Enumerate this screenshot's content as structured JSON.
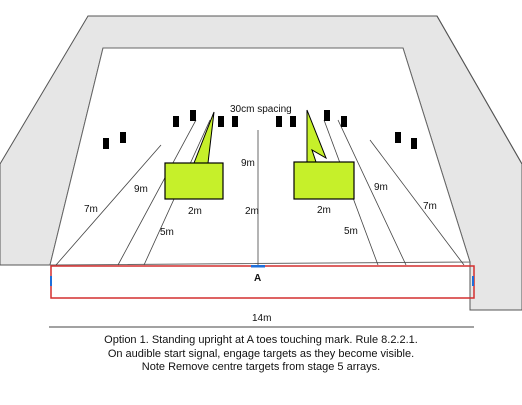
{
  "labels": {
    "spacing": "30cm spacing",
    "dist_9m_left": "9m",
    "dist_9m_center": "9m",
    "dist_9m_right": "9m",
    "dist_7m_left": "7m",
    "dist_7m_right": "7m",
    "dist_5m_left": "5m",
    "dist_5m_right": "5m",
    "dist_2m_left": "2m",
    "dist_2m_center": "2m",
    "dist_2m_right": "2m",
    "start_position": "A",
    "width_14m": "14m"
  },
  "notes": {
    "line1": "Option 1. Standing upright at A  toes touching mark. Rule 8.2.2.1.",
    "line2": "On audible start signal, engage targets as they become  visible.",
    "line3": "Note Remove centre targets from stage 5 arrays."
  },
  "colors": {
    "wall_fill": "#e6e6e6",
    "wall_stroke": "#555555",
    "barricade": "#c6f02a",
    "target": "#000000",
    "start_box": "#d32f2f",
    "start_mark": "#1e6fd9"
  }
}
